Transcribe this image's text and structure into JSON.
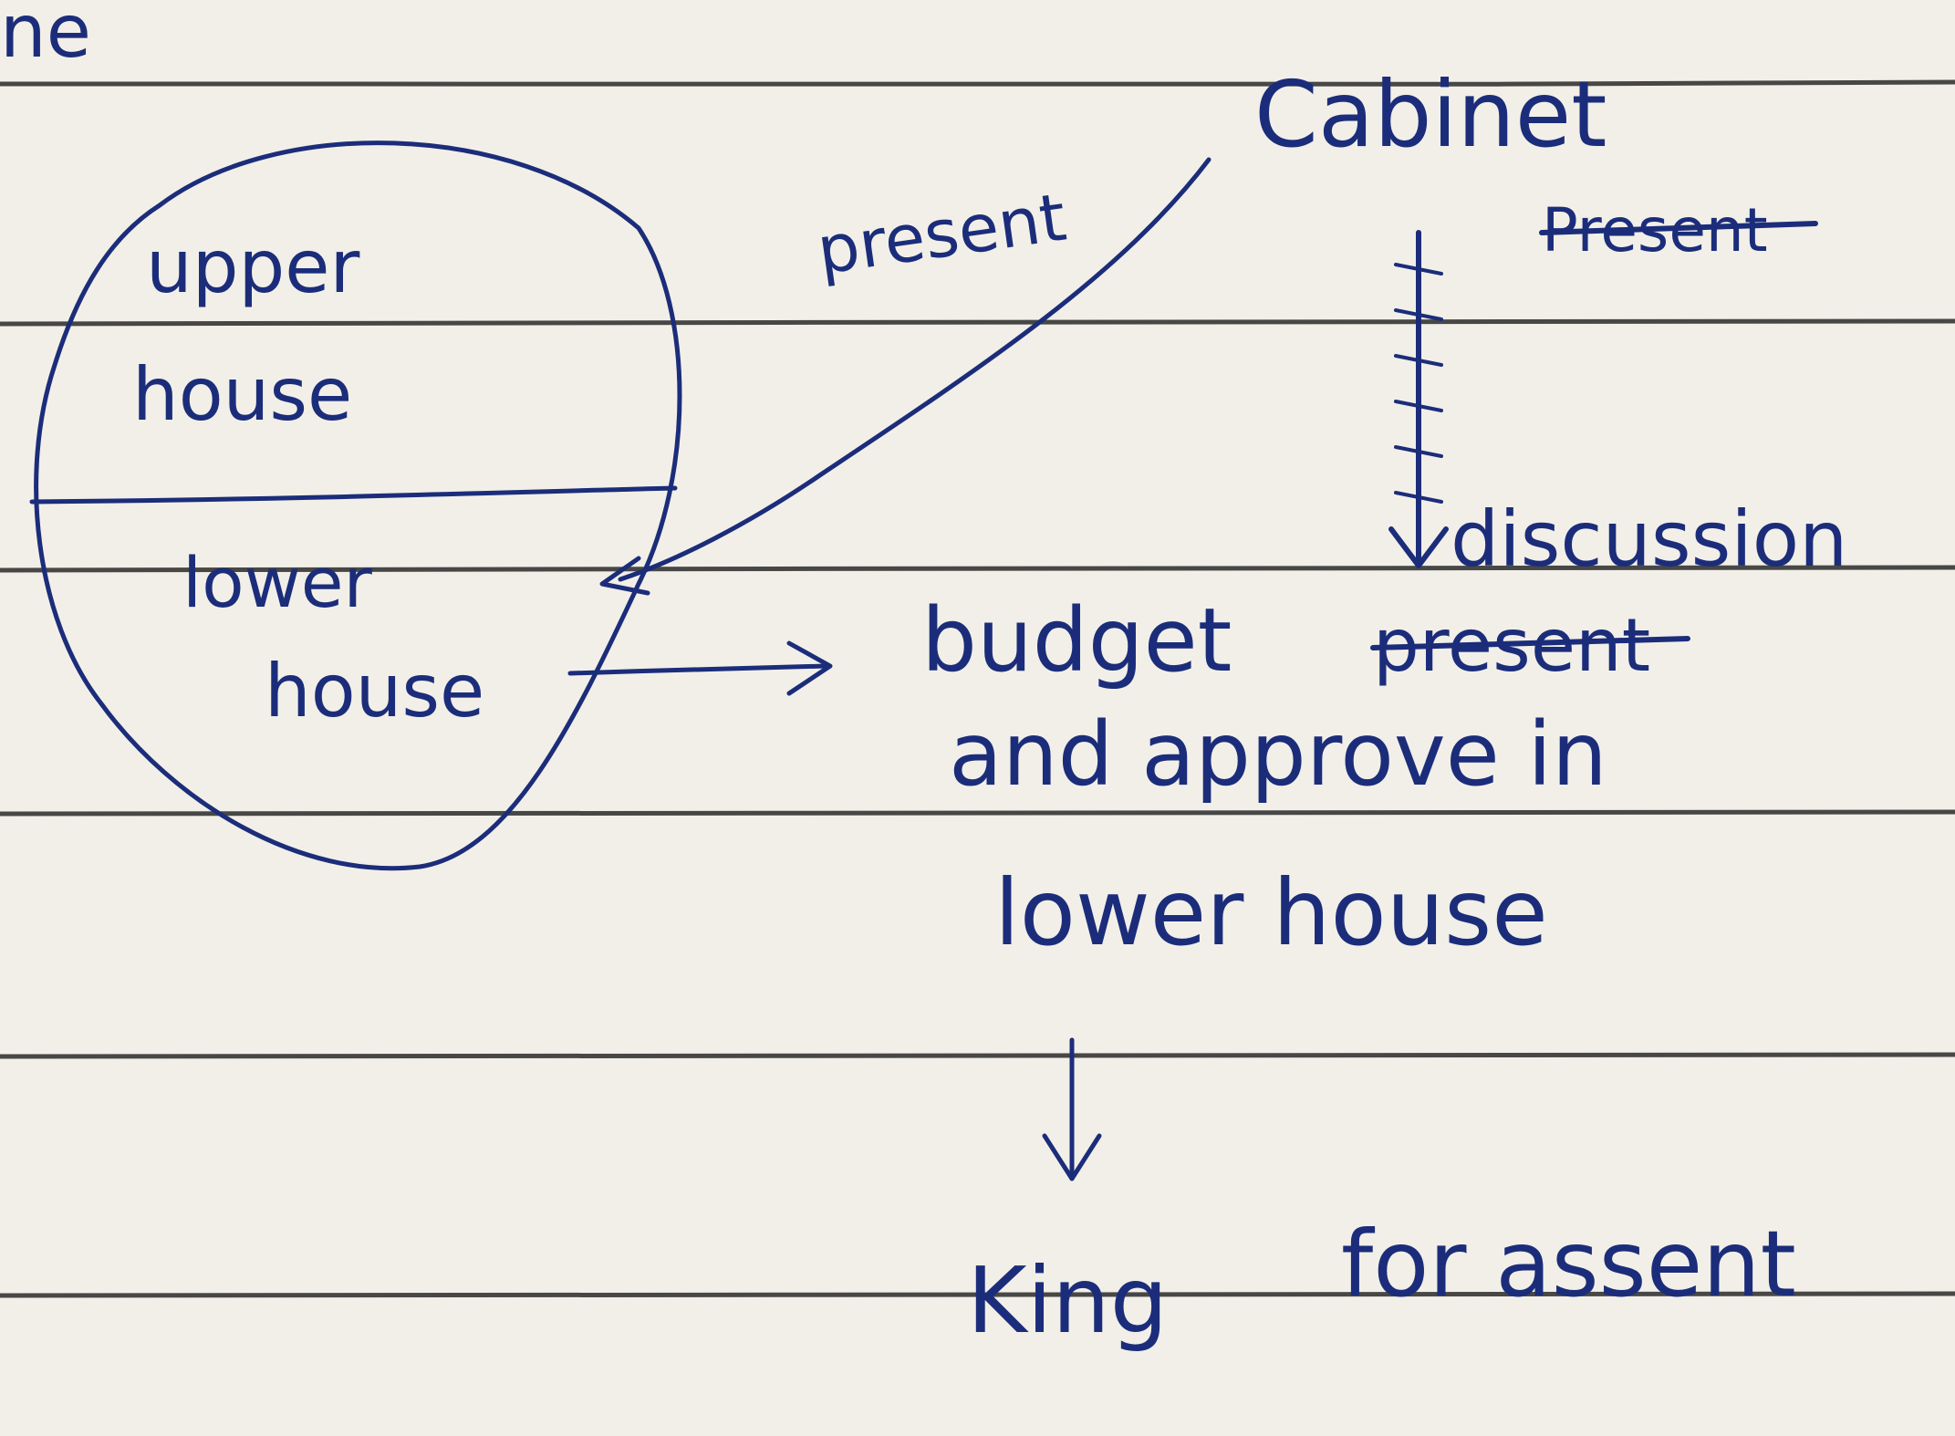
{
  "colors": {
    "ink": "#1b2d7a",
    "paper": "#f2efe8",
    "rule": "#2a2a2a"
  },
  "fragment_top_left": "ne",
  "circle": {
    "upper_label": [
      "upper",
      "house"
    ],
    "lower_label": [
      "lower",
      "house"
    ]
  },
  "labels": {
    "present_arrow": "present",
    "cabinet": "Cabinet",
    "cabinet_struck": "Present",
    "discussion": "discussion",
    "budget_line1_word": "budget",
    "budget_line1_struck": "present",
    "budget_line2": "and approve in",
    "budget_line3": "lower house",
    "king_word": "King",
    "assent_text": "for assent"
  },
  "icons": [
    "circle-diagram",
    "curved-arrow",
    "right-arrow",
    "down-arrow",
    "strikethrough-marks"
  ]
}
